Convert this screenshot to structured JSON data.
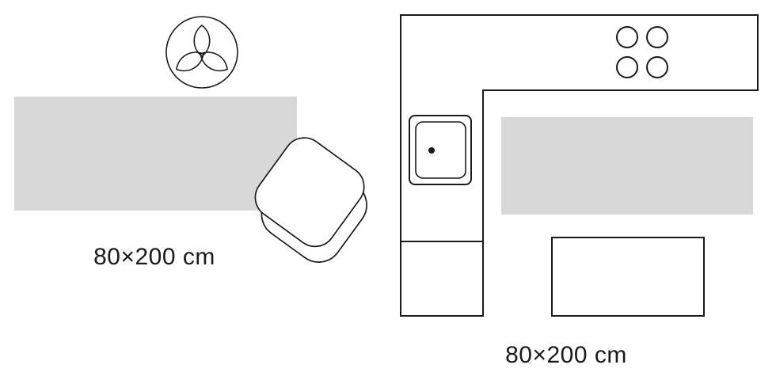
{
  "colors": {
    "rug_fill": "#d8d8d8",
    "line": "#1a1a1a",
    "text": "#1a1a1a",
    "background": "#ffffff"
  },
  "scenes": {
    "living_room": {
      "label": "80×200 cm",
      "icons": [
        "plant-top-view-icon",
        "runner-rug",
        "armchair-icon"
      ]
    },
    "kitchen": {
      "label": "80×200 cm",
      "icons": [
        "l-shaped-counter-outline",
        "sink-icon",
        "hob-burners-icon",
        "runner-rug",
        "table-outline"
      ]
    }
  }
}
